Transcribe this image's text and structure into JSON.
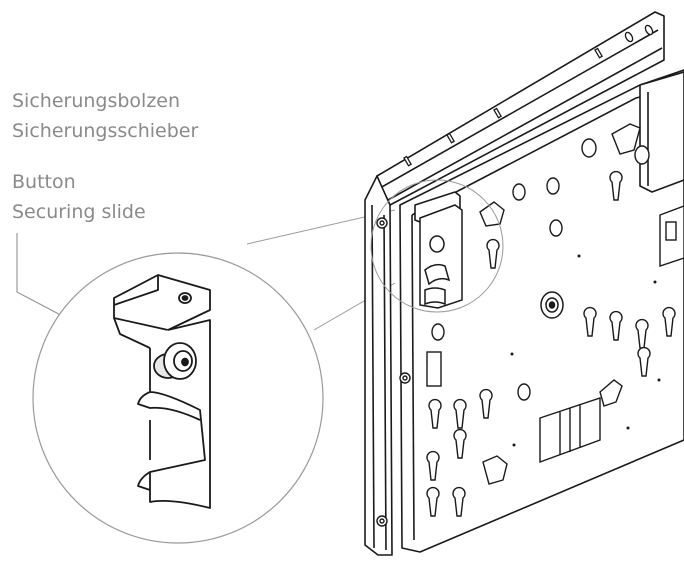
{
  "labels": {
    "german": {
      "line1": "Sicherungsbolzen",
      "line2": "Sicherungsschieber"
    },
    "english": {
      "line1": "Button",
      "line2": "Securing slide"
    }
  },
  "colors": {
    "label_text": "#8a8a8a",
    "leader_line": "#9a9a9a",
    "outline": "#1a1a1a",
    "background": "#ffffff"
  }
}
